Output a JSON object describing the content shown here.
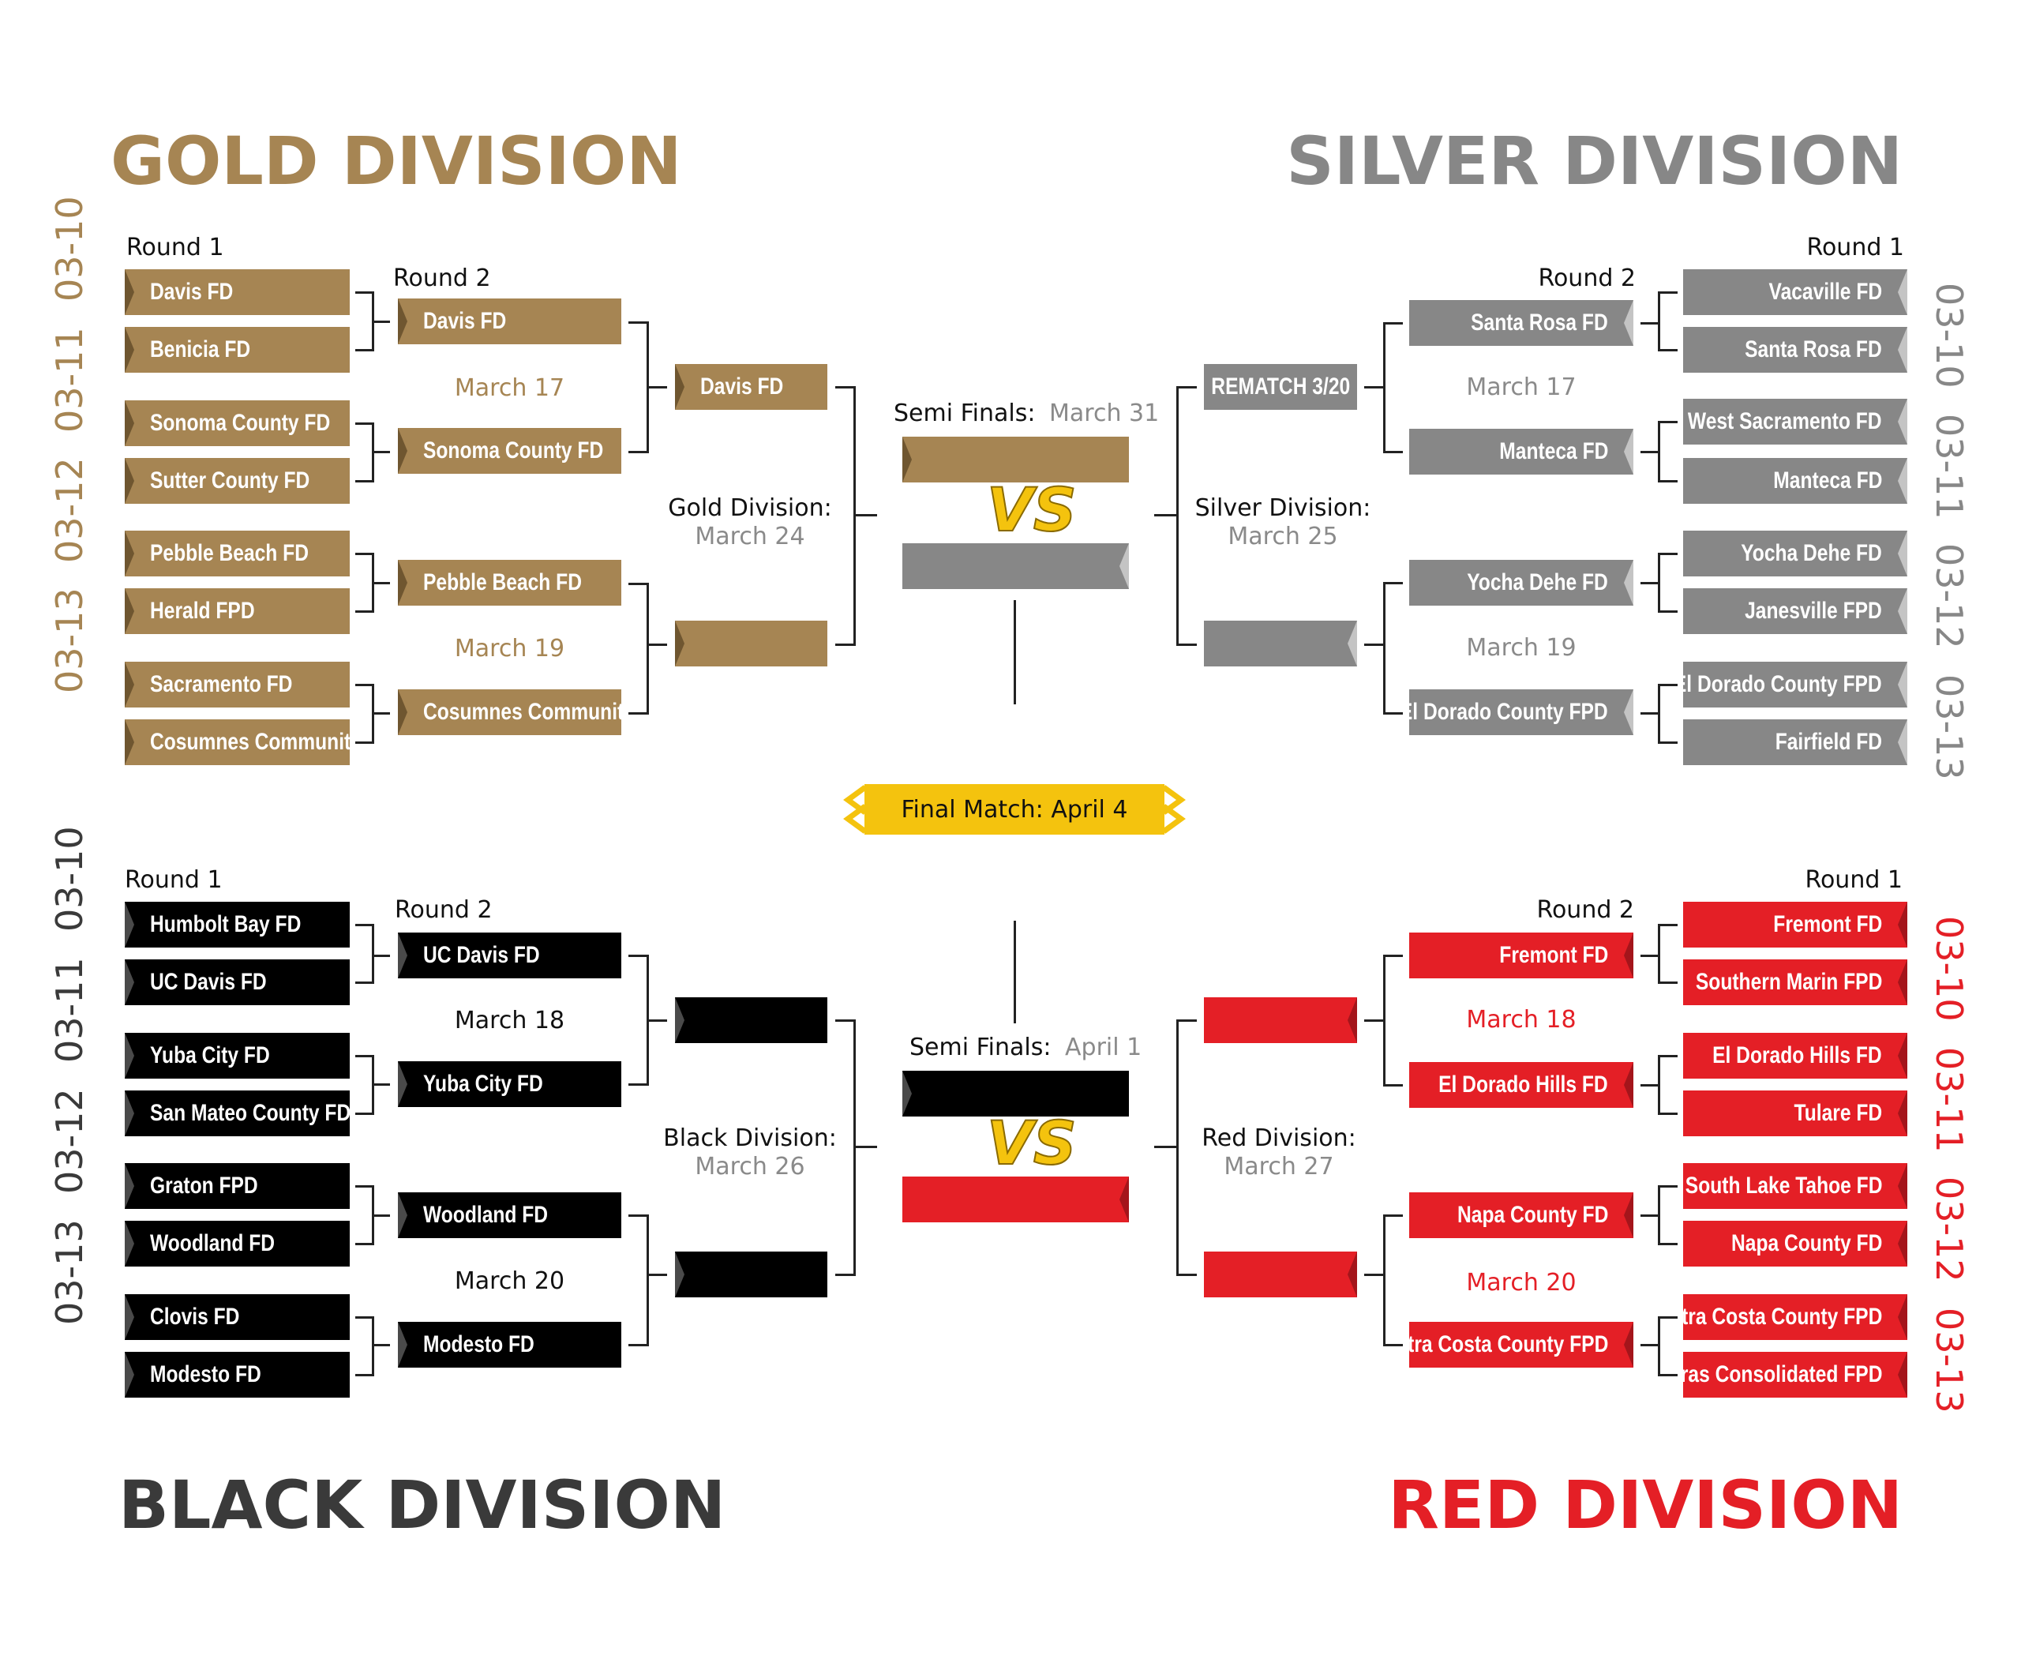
{
  "colors": {
    "gold": "#a68553",
    "silver": "#878787",
    "black": "#000000",
    "red": "#e41f26",
    "final": "#f4c30e",
    "subtle": "#8a8a8a"
  },
  "gold": {
    "title": "GOLD DIVISION",
    "round1_label": "Round 1",
    "round2_label": "Round 2",
    "dates": [
      "03-10",
      "03-11",
      "03-12",
      "03-13"
    ],
    "round1": [
      "Davis FD",
      "Benicia FD",
      "Sonoma County FD",
      "Sutter County FD",
      "Pebble Beach FD",
      "Herald FPD",
      "Sacramento FD",
      "Cosumnes Community SD"
    ],
    "round2": [
      "Davis FD",
      "Sonoma County FD",
      "Pebble Beach FD",
      "Cosumnes Community SD"
    ],
    "round2_dates": [
      "March 17",
      "March 19"
    ],
    "round3": [
      "Davis FD",
      ""
    ],
    "final_label": "Gold Division:",
    "final_date": "March 24"
  },
  "silver": {
    "title": "SILVER DIVISION",
    "round1_label": "Round 1",
    "round2_label": "Round 2",
    "dates": [
      "03-10",
      "03-11",
      "03-12",
      "03-13"
    ],
    "round1": [
      "Vacaville FD",
      "Santa Rosa FD",
      "West Sacramento FD",
      "Manteca FD",
      "Yocha Dehe FD",
      "Janesville FPD",
      "El Dorado County FPD",
      "Fairfield FD"
    ],
    "round2": [
      "Santa Rosa FD",
      "Manteca FD",
      "Yocha Dehe FD",
      "El Dorado County FPD"
    ],
    "round2_dates": [
      "March 17",
      "March 19"
    ],
    "round3": [
      "REMATCH 3/20",
      ""
    ],
    "final_label": "Silver Division:",
    "final_date": "March 25"
  },
  "black": {
    "title": "BLACK DIVISION",
    "round1_label": "Round 1",
    "round2_label": "Round 2",
    "dates": [
      "03-10",
      "03-11",
      "03-12",
      "03-13"
    ],
    "round1": [
      "Humbolt Bay FD",
      "UC Davis FD",
      "Yuba City FD",
      "San Mateo County FD",
      "Graton FPD",
      "Woodland FD",
      "Clovis FD",
      "Modesto FD"
    ],
    "round2": [
      "UC Davis FD",
      "Yuba City FD",
      "Woodland FD",
      "Modesto FD"
    ],
    "round2_dates": [
      "March 18",
      "March 20"
    ],
    "round3": [
      "",
      ""
    ],
    "final_label": "Black Division:",
    "final_date": "March 26"
  },
  "red": {
    "title": "RED DIVISION",
    "round1_label": "Round 1",
    "round2_label": "Round 2",
    "dates": [
      "03-10",
      "03-11",
      "03-12",
      "03-13"
    ],
    "round1": [
      "Fremont FD",
      "Southern Marin FPD",
      "El Dorado Hills FD",
      "Tulare FD",
      "South Lake Tahoe FD",
      "Napa County FD",
      "Contra Costa County FPD",
      "Calaveras Consolidated FPD"
    ],
    "round2": [
      "Fremont FD",
      "El Dorado Hills FD",
      "Napa County FD",
      "Contra Costa County FPD"
    ],
    "round2_dates": [
      "March 18",
      "March 20"
    ],
    "round3": [
      "",
      ""
    ],
    "final_label": "Red Division:",
    "final_date": "March 27"
  },
  "semis": {
    "top_label": "Semi Finals:",
    "top_date": "March 31",
    "bottom_label": "Semi Finals:",
    "bottom_date": "April 1",
    "vs": "VS"
  },
  "final_match": "Final Match:  April 4"
}
